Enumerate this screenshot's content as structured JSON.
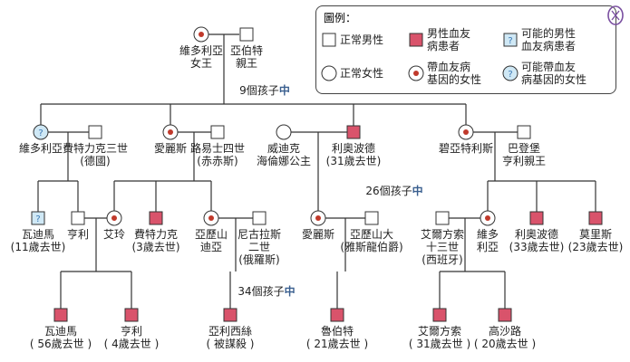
{
  "legend": {
    "title": "圖例：",
    "items": [
      {
        "kind": "healthy-male",
        "label": [
          "正常男性"
        ]
      },
      {
        "kind": "affected-male",
        "label": [
          "男性血友",
          "病患者"
        ]
      },
      {
        "kind": "possible-male",
        "label": [
          "可能的男性",
          "血友病患者"
        ]
      },
      {
        "kind": "healthy-female",
        "label": [
          "正常女性"
        ]
      },
      {
        "kind": "carrier-female",
        "label": [
          "帶血友病",
          "基因的女性"
        ]
      },
      {
        "kind": "possible-carrier-female",
        "label": [
          "可能帶血友",
          "病基因的女性"
        ]
      }
    ]
  },
  "notes": {
    "gen1_children": {
      "pre": "9個孩子",
      "mid": "中"
    },
    "gen2_children": {
      "pre": "26個孩子",
      "mid": "中"
    },
    "gen3_children": {
      "pre": "34個孩子",
      "mid": "中"
    }
  },
  "people": {
    "victoria_queen": {
      "label": [
        "維多利亞",
        "女王"
      ],
      "kind": "carrier-female"
    },
    "albert": {
      "label": [
        "亞伯特",
        "親王"
      ],
      "kind": "healthy-male"
    },
    "victoria_daughter": {
      "label": [
        "維多利亞"
      ],
      "kind": "possible-carrier-female"
    },
    "friedrich3": {
      "label": [
        "費特力克三世",
        "(德國)"
      ],
      "kind": "healthy-male"
    },
    "alice": {
      "label": [
        "愛麗斯"
      ],
      "kind": "carrier-female"
    },
    "ludwig4": {
      "label": [
        "路易士四世",
        "(赤赤斯)"
      ],
      "kind": "healthy-male"
    },
    "helena_waldeck": {
      "label": [
        "威迪克",
        "海倫娜公主"
      ],
      "kind": "healthy-female"
    },
    "leopold": {
      "label": [
        "利奧波德",
        "(31歲去世)"
      ],
      "kind": "affected-male"
    },
    "beatrice": {
      "label": [
        "碧亞特利斯"
      ],
      "kind": "carrier-female"
    },
    "henry_battenberg": {
      "label": [
        "巴登堡",
        "亨利親王"
      ],
      "kind": "healthy-male"
    },
    "waldemar": {
      "label": [
        "瓦迪馬",
        "(11歲去世)"
      ],
      "kind": "possible-male"
    },
    "heinrich": {
      "label": [
        "亨利"
      ],
      "kind": "healthy-male"
    },
    "irene": {
      "label": [
        "艾玲"
      ],
      "kind": "carrier-female"
    },
    "friedrich_hesse": {
      "label": [
        "費特力克",
        "(3歲去世)"
      ],
      "kind": "affected-male"
    },
    "alexandra": {
      "label": [
        "亞歷山",
        "迪亞"
      ],
      "kind": "carrier-female"
    },
    "nicholas2": {
      "label": [
        "尼古拉斯",
        "二世",
        "(俄羅斯)"
      ],
      "kind": "healthy-male"
    },
    "alice_athlone": {
      "label": [
        "愛麗斯"
      ],
      "kind": "carrier-female"
    },
    "alexander_teck": {
      "label": [
        "亞歷山大",
        "(雅斯龍伯爵)"
      ],
      "kind": "healthy-male"
    },
    "alfonso13": {
      "label": [
        "艾爾方索",
        "十三世",
        "(西班牙)"
      ],
      "kind": "healthy-male"
    },
    "victoria_eugenie": {
      "label": [
        "維多",
        "利亞"
      ],
      "kind": "carrier-female"
    },
    "leopold_b": {
      "label": [
        "利奧波德",
        "(33歲去世)"
      ],
      "kind": "affected-male"
    },
    "maurice": {
      "label": [
        "莫里斯",
        "(23歲去世)"
      ],
      "kind": "affected-male"
    },
    "waldemar2": {
      "label": [
        "瓦迪馬",
        "( 56歲去世 )"
      ],
      "kind": "affected-male"
    },
    "heinrich2": {
      "label": [
        "亨利",
        "( 4歲去世 )"
      ],
      "kind": "affected-male"
    },
    "alexei": {
      "label": [
        "亞利西絲",
        "( 被謀殺 )"
      ],
      "kind": "affected-male"
    },
    "rupert": {
      "label": [
        "魯伯特",
        "( 21歲去世 )"
      ],
      "kind": "affected-male"
    },
    "alfonso": {
      "label": [
        "艾爾方索",
        "( 31歲去世 )"
      ],
      "kind": "affected-male"
    },
    "gonzalo": {
      "label": [
        "高沙路",
        "( 20歲去世 )"
      ],
      "kind": "affected-male"
    }
  },
  "colors": {
    "line": "#333333",
    "affected": "#d9536b",
    "carrier_dot": "#c0392b",
    "possible_fill": "#cfe8f5",
    "possible_text": "#3a78b5",
    "healthy_fill": "#ffffff"
  }
}
